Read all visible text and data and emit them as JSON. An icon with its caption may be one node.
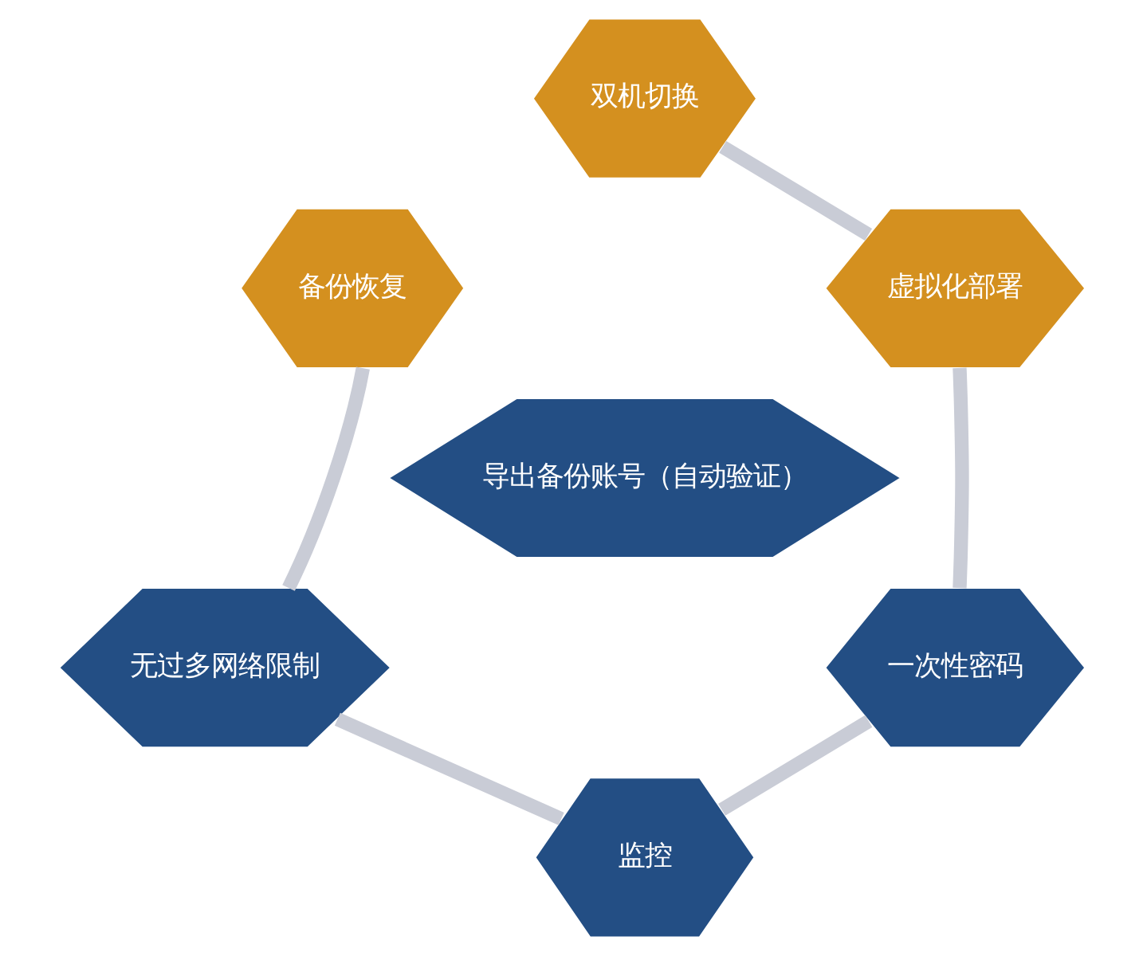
{
  "diagram": {
    "nodes": [
      {
        "text": [
          "双机切换"
        ]
      },
      {
        "text": [
          "备份恢复"
        ]
      },
      {
        "text": [
          "虚拟化部署"
        ]
      },
      {
        "text": [
          "导出备份账号（自动验证）"
        ]
      },
      {
        "text": [
          "无过多网络限制"
        ]
      },
      {
        "text": [
          "一次性密码"
        ]
      },
      {
        "text": [
          "监控"
        ]
      }
    ],
    "edges": [
      {
        "from": 0,
        "to": 2,
        "arrow": "none"
      },
      {
        "from": 2,
        "to": 5,
        "arrow": "none"
      },
      {
        "from": 5,
        "to": 6,
        "arrow": "none"
      },
      {
        "from": 6,
        "to": 4,
        "arrow": "none"
      },
      {
        "from": 4,
        "to": 1,
        "arrow": "none"
      }
    ]
  }
}
